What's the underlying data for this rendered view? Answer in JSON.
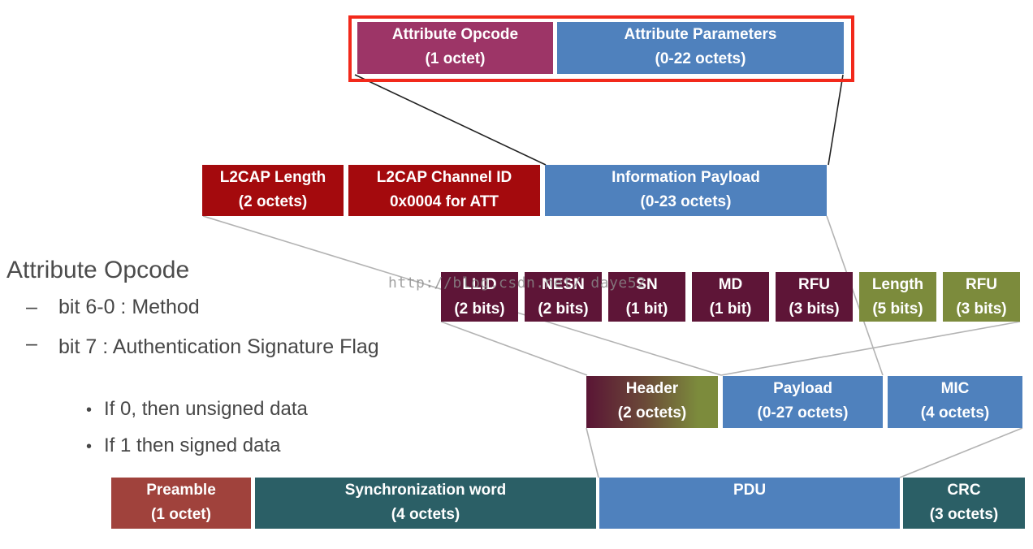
{
  "watermark": "http://blog.csdn.net/ daye52",
  "colors": {
    "plum": "#9D3567",
    "blue": "#4F81BD",
    "dark_red": "#A40A0D",
    "maroon": "#5E1537",
    "olive": "#7C8B3C",
    "preamble_red": "#A0423C",
    "teal": "#2B5F66",
    "highlight_border_red": "#F2291B",
    "notes_text_gray": "#474747"
  },
  "att_row": {
    "boxes": [
      {
        "label": "Attribute Opcode",
        "sub": "(1 octet)"
      },
      {
        "label": "Attribute Parameters",
        "sub": "(0-22 octets)"
      }
    ]
  },
  "l2cap_row": {
    "boxes": [
      {
        "label": "L2CAP Length",
        "sub": "(2 octets)"
      },
      {
        "label": "L2CAP Channel ID",
        "sub": "0x0004 for ATT"
      },
      {
        "label": "Information Payload",
        "sub": "(0-23 octets)"
      }
    ]
  },
  "ll_header_row": {
    "boxes": [
      {
        "label": "LLID",
        "sub": "(2 bits)"
      },
      {
        "label": "NESN",
        "sub": "(2 bits)"
      },
      {
        "label": "SN",
        "sub": "(1 bit)"
      },
      {
        "label": "MD",
        "sub": "(1 bit)"
      },
      {
        "label": "RFU",
        "sub": "(3 bits)"
      },
      {
        "label": "Length",
        "sub": "(5 bits)"
      },
      {
        "label": "RFU",
        "sub": "(3 bits)"
      }
    ]
  },
  "pdu_row": {
    "boxes": [
      {
        "label": "Header",
        "sub": "(2 octets)"
      },
      {
        "label": "Payload",
        "sub": "(0-27 octets)"
      },
      {
        "label": "MIC",
        "sub": "(4 octets)"
      }
    ]
  },
  "packet_row": {
    "boxes": [
      {
        "label": "Preamble",
        "sub": "(1 octet)"
      },
      {
        "label": "Synchronization word",
        "sub": "(4 octets)"
      },
      {
        "label": "PDU",
        "sub": ""
      },
      {
        "label": "CRC",
        "sub": "(3 octets)"
      }
    ]
  },
  "notes": {
    "heading": "Attribute Opcode",
    "items": [
      {
        "marker": "–",
        "text": "bit 6-0 : Method"
      },
      {
        "marker": "–",
        "text": "bit 7 : Authentication Signature Flag"
      },
      {
        "marker": "•",
        "text": "If 0, then unsigned data"
      },
      {
        "marker": "•",
        "text": "If 1 then signed data"
      }
    ]
  }
}
